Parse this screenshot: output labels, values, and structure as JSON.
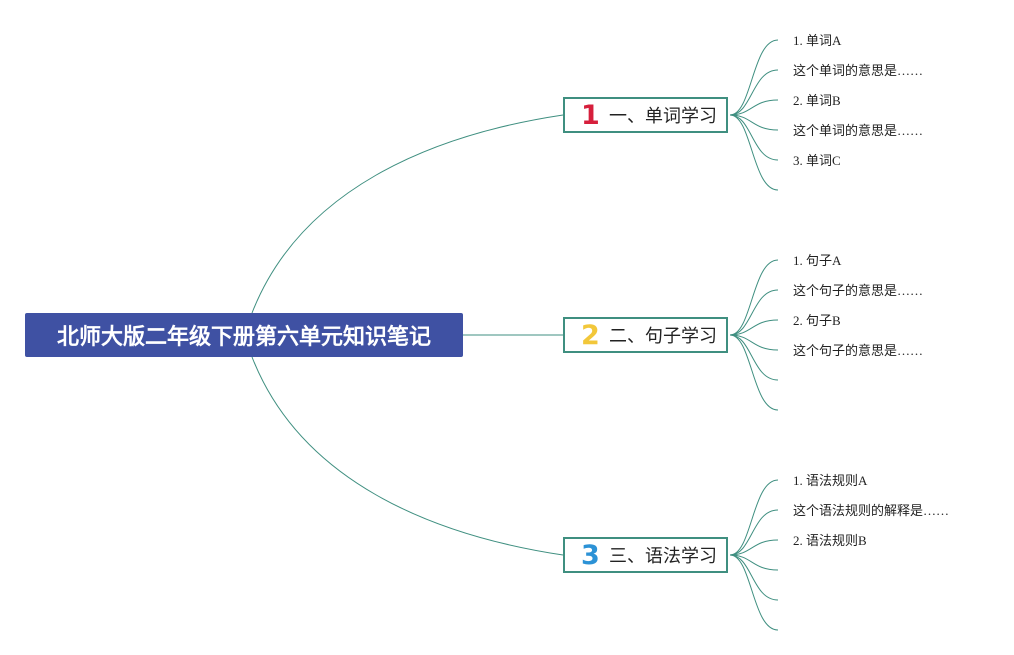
{
  "root": {
    "label": "北师大版二年级下册第六单元知识笔记"
  },
  "colors": {
    "root_fill": "#3f51a3",
    "line": "#3f8f80",
    "num1": "#d61f3c",
    "num2": "#f2c73a",
    "num3": "#2c92d6"
  },
  "branches": [
    {
      "number": "1",
      "label": "一、单词学习",
      "leaves": [
        "1. 单词A",
        "这个单词的意思是……",
        "2. 单词B",
        "这个单词的意思是……",
        "3. 单词C",
        ""
      ]
    },
    {
      "number": "2",
      "label": "二、句子学习",
      "leaves": [
        "1. 句子A",
        "这个句子的意思是……",
        "2. 句子B",
        "这个句子的意思是……",
        "",
        ""
      ]
    },
    {
      "number": "3",
      "label": "三、语法学习",
      "leaves": [
        "1. 语法规则A",
        "这个语法规则的解释是……",
        "2. 语法规则B",
        "",
        "",
        ""
      ]
    }
  ]
}
